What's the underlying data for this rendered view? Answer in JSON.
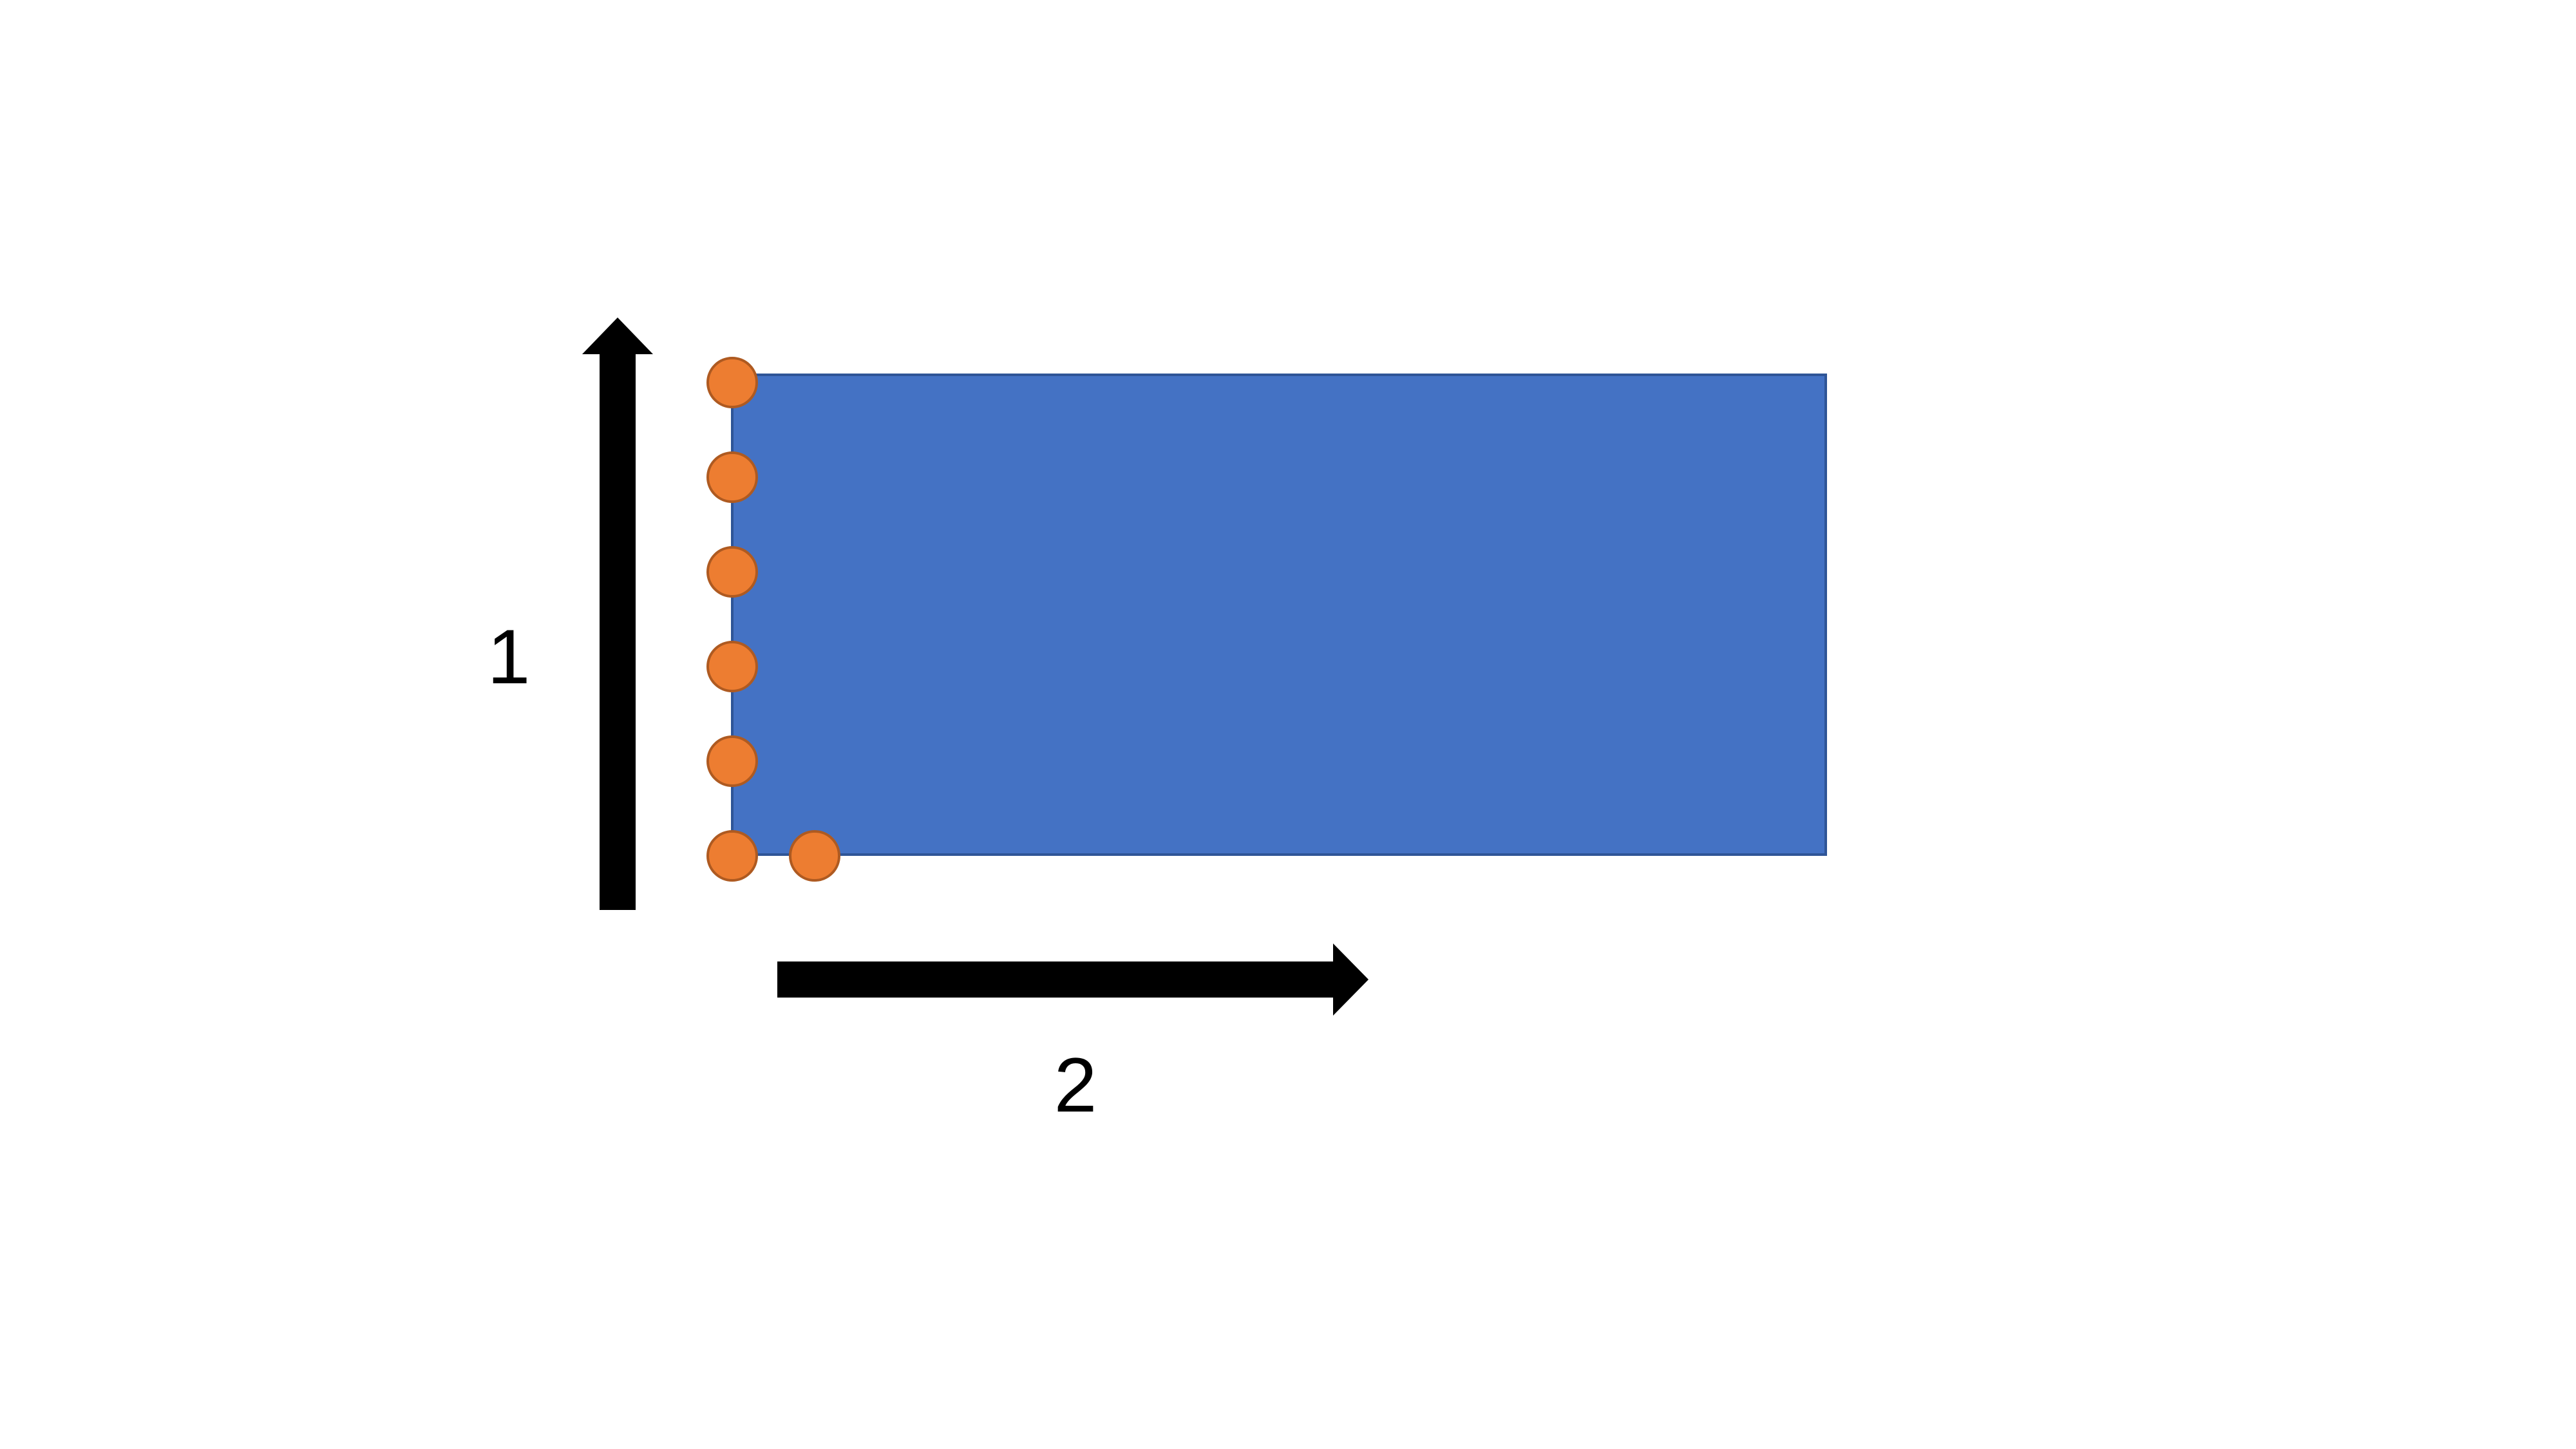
{
  "colors": {
    "rectangle_fill": "#4472C4",
    "rectangle_stroke": "#2F5597",
    "dot_fill": "#ED7D31",
    "dot_stroke": "#AE5A21",
    "arrow": "#000000"
  },
  "labels": {
    "vertical_arrow": "1",
    "horizontal_arrow": "2"
  },
  "dots": {
    "left_column_count": 6,
    "bottom_row_count": 2
  }
}
